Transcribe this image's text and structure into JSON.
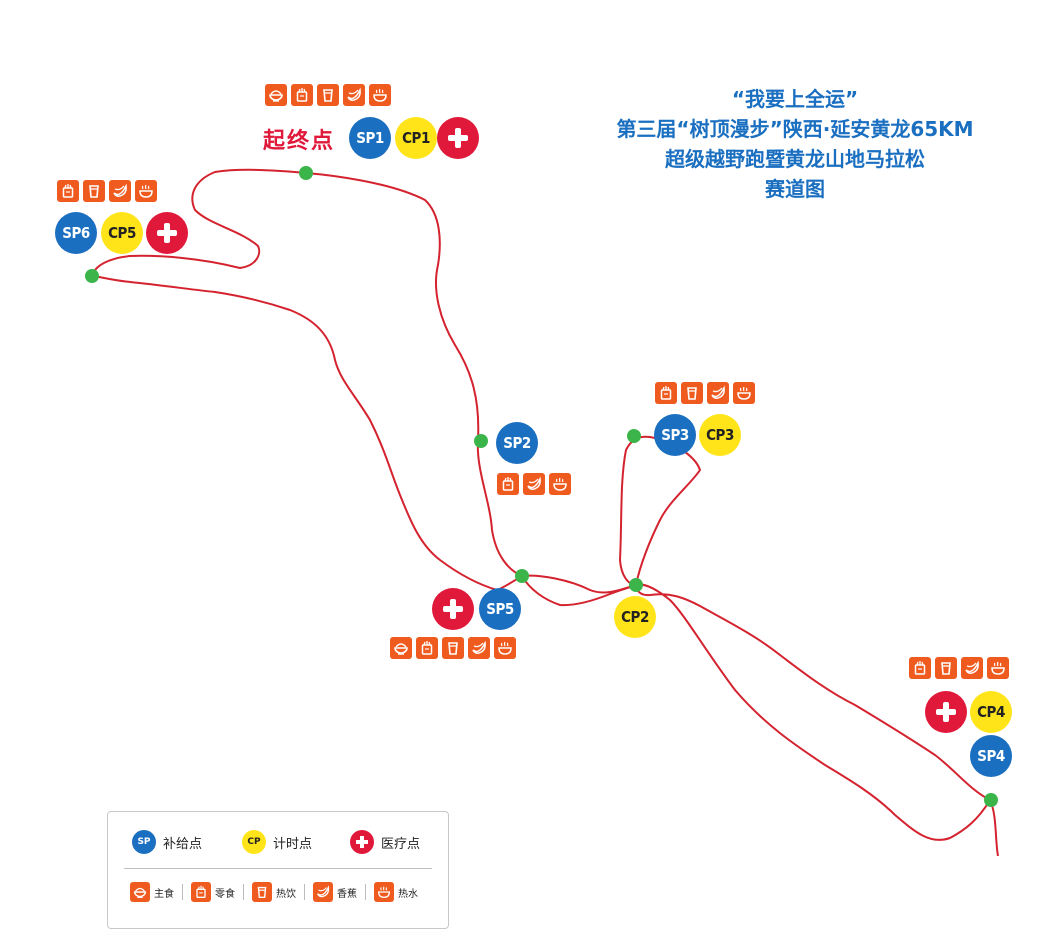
{
  "title": {
    "line1": "“我要上全运”",
    "line2": "第三届“树顶漫步”陕西·延安黄龙65KM",
    "line3": "超级越野跑暨黄龙山地马拉松",
    "line4": "赛道图"
  },
  "colors": {
    "route": "#d4232f",
    "checkpoint_dot": "#3bb54a",
    "sp": "#1a6fc0",
    "cp": "#ffe41a",
    "medical": "#e0183a",
    "food_icon": "#ef5a1e",
    "title": "#1a6fc0"
  },
  "start_finish_label": "起终点",
  "stations": {
    "start": {
      "sp": "SP1",
      "cp": "CP1",
      "medical": true,
      "foods": [
        "rice-bowl-icon",
        "snack-icon",
        "cup-icon",
        "banana-icon",
        "hot-water-icon"
      ]
    },
    "sp6": {
      "sp": "SP6",
      "cp": "CP5",
      "medical": true,
      "foods": [
        "snack-icon",
        "cup-icon",
        "banana-icon",
        "hot-water-icon"
      ]
    },
    "sp2": {
      "sp": "SP2",
      "foods": [
        "snack-icon",
        "banana-icon",
        "hot-water-icon"
      ]
    },
    "sp3": {
      "sp": "SP3",
      "cp": "CP3",
      "foods": [
        "snack-icon",
        "cup-icon",
        "banana-icon",
        "hot-water-icon"
      ]
    },
    "sp5": {
      "sp": "SP5",
      "medical": true,
      "foods": [
        "rice-bowl-icon",
        "snack-icon",
        "cup-icon",
        "banana-icon",
        "hot-water-icon"
      ]
    },
    "cp2": {
      "cp": "CP2"
    },
    "sp4": {
      "sp": "SP4",
      "cp": "CP4",
      "medical": true,
      "foods": [
        "snack-icon",
        "cup-icon",
        "banana-icon",
        "hot-water-icon"
      ]
    }
  },
  "legend": {
    "sp_badge": "SP",
    "sp_label": "补给点",
    "cp_badge": "CP",
    "cp_label": "计时点",
    "medical_label": "医疗点",
    "foods": [
      {
        "icon": "rice-bowl-icon",
        "label": "主食"
      },
      {
        "icon": "snack-icon",
        "label": "零食"
      },
      {
        "icon": "cup-icon",
        "label": "热饮"
      },
      {
        "icon": "banana-icon",
        "label": "香蕉"
      },
      {
        "icon": "hot-water-icon",
        "label": "热水"
      }
    ]
  }
}
